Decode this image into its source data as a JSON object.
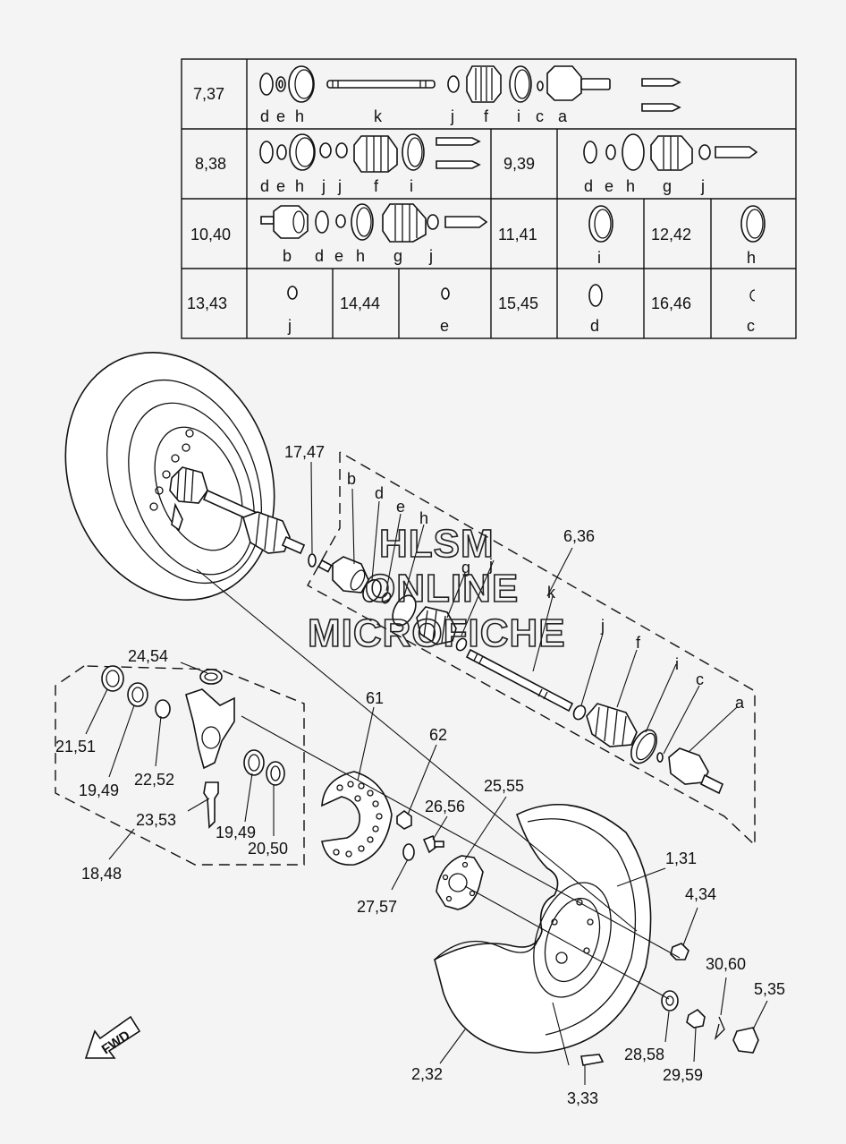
{
  "table": {
    "rows": [
      {
        "label": "7,37",
        "letters": [
          "d",
          "e",
          "h",
          "k",
          "j",
          "f",
          "i",
          "c",
          "a"
        ]
      },
      {
        "label": "8,38",
        "letters": [
          "d",
          "e",
          "h",
          "j",
          "j",
          "f",
          "i"
        ],
        "label2": "9,39",
        "letters2": [
          "d",
          "e",
          "h",
          "g",
          "j"
        ]
      },
      {
        "label": "10,40",
        "letters": [
          "b",
          "d",
          "e",
          "h",
          "g",
          "j"
        ],
        "label2": "11,41",
        "letters2": [
          "i"
        ],
        "label3": "12,42",
        "letters3": [
          "h"
        ]
      },
      {
        "label": "13,43",
        "letters": [
          "j"
        ],
        "label2": "14,44",
        "letters2": [
          "e"
        ],
        "label3": "15,45",
        "letters3": [
          "d"
        ],
        "label4": "16,46",
        "letters4": [
          "c"
        ]
      }
    ]
  },
  "callouts": {
    "c1747": "17,47",
    "b": "b",
    "d": "d",
    "e": "e",
    "h": "h",
    "g": "g",
    "k": "k",
    "c636": "6,36",
    "j": "j",
    "f": "f",
    "i": "i",
    "c": "c",
    "a": "a",
    "c2454": "24,54",
    "c2151": "21,51",
    "c1949a": "19,49",
    "c2252": "22,52",
    "c2353": "23,53",
    "c1949b": "19,49",
    "c2050": "20,50",
    "c1848": "18,48",
    "c61": "61",
    "c62": "62",
    "c2656": "26,56",
    "c2555": "25,55",
    "c2757": "27,57",
    "c131": "1,31",
    "c434": "4,34",
    "c3060": "30,60",
    "c535": "5,35",
    "c2858": "28,58",
    "c2959": "29,59",
    "c232": "2,32",
    "c333": "3,33"
  },
  "watermark": [
    "HLSM",
    "ONLINE",
    "MICROFICHE"
  ],
  "fwd_label": "FWD"
}
